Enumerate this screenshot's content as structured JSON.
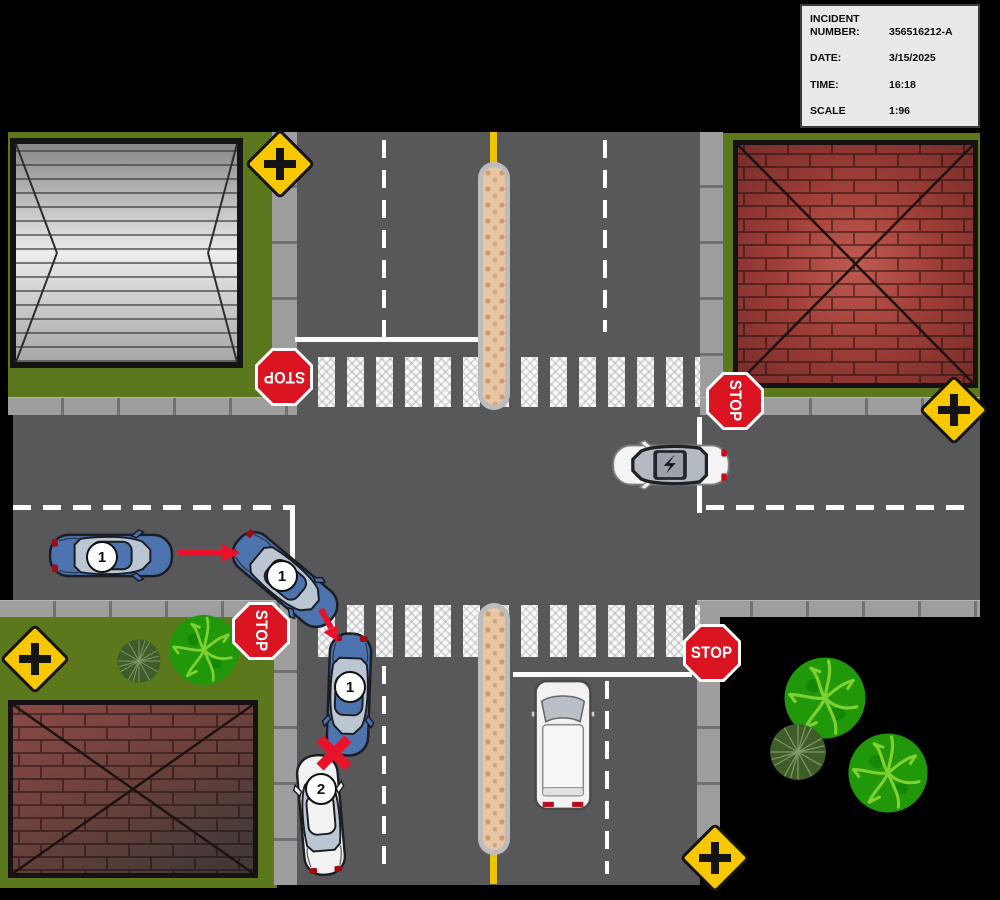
{
  "incident_panel": {
    "title_line1": "INCIDENT",
    "title_line2": "NUMBER:",
    "number": "356516212-A",
    "date_label": "DATE:",
    "date": "3/15/2025",
    "time_label": "TIME:",
    "time": "16:18",
    "scale_label": "SCALE",
    "scale": "1:96"
  },
  "signs": {
    "stop_text": "STOP"
  },
  "vehicle_labels": {
    "vehicle1": "1",
    "vehicle2": "2"
  },
  "colors": {
    "path_red": "#e8132a",
    "road_gray": "#58585a",
    "grass_green": "#5c781c",
    "sign_yellow": "#f7c800",
    "stop_sign_red": "#da1420",
    "median_tan": "#e8c6a4",
    "vehicle1_blue": "#4d74ae",
    "background": "#000000"
  }
}
